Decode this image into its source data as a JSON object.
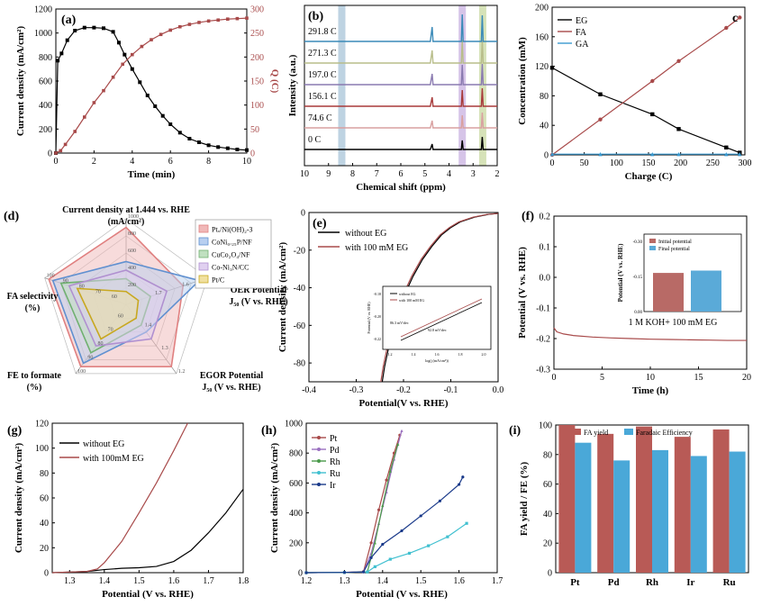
{
  "chart_data": [
    {
      "id": "a",
      "panel_label": "(a)",
      "type": "line",
      "xlabel": "Time (min)",
      "ylabel": "Current density (mA/cm²)",
      "y2label": "Q (C)",
      "xlim": [
        0,
        10
      ],
      "ylim": [
        0,
        1200
      ],
      "y2lim": [
        0,
        300
      ],
      "xticks": [
        "0",
        "2",
        "4",
        "6",
        "8",
        "10"
      ],
      "yticks": [
        "0",
        "200",
        "400",
        "600",
        "800",
        "1000",
        "1200"
      ],
      "y2ticks": [
        "0",
        "50",
        "100",
        "150",
        "200",
        "250",
        "300"
      ],
      "colors": {
        "current": "#000000",
        "charge": "#a84a4a"
      },
      "series": [
        {
          "axis": "left",
          "x": [
            0,
            0.1,
            0.3,
            0.6,
            1.0,
            1.5,
            2.0,
            2.5,
            3.0,
            3.3,
            3.6,
            4.0,
            4.4,
            4.8,
            5.2,
            5.6,
            6.0,
            6.5,
            7.0,
            7.5,
            8.0,
            8.5,
            9.0,
            9.5,
            10.0
          ],
          "values": [
            0,
            770,
            830,
            940,
            1020,
            1045,
            1045,
            1040,
            1010,
            920,
            820,
            700,
            590,
            480,
            390,
            310,
            240,
            170,
            120,
            90,
            65,
            50,
            40,
            30,
            25
          ]
        },
        {
          "axis": "right",
          "x": [
            0,
            0.25,
            0.5,
            1.0,
            1.5,
            2.0,
            2.5,
            3.0,
            3.5,
            4.0,
            4.5,
            5.0,
            5.5,
            6.0,
            6.5,
            7.0,
            7.5,
            8.0,
            8.5,
            9.0,
            9.5,
            10.0
          ],
          "values": [
            0,
            5,
            18,
            45,
            75,
            105,
            130,
            158,
            185,
            205,
            222,
            236,
            247,
            256,
            263,
            268,
            272,
            275,
            277,
            279,
            280,
            281
          ]
        }
      ]
    },
    {
      "id": "b",
      "panel_label": "(b)",
      "type": "line",
      "xlabel": "Chemical shift (ppm)",
      "ylabel": "Intensity (a.u.)",
      "xlim": [
        10,
        2
      ],
      "xticks": [
        "10",
        "9",
        "8",
        "7",
        "6",
        "5",
        "4",
        "3",
        "2"
      ],
      "series": [
        {
          "name": "0 C",
          "color": "#000000"
        },
        {
          "name": "74.6 C",
          "color": "#d9a0a0"
        },
        {
          "name": "156.1 C",
          "color": "#a83a3a"
        },
        {
          "name": "197.0 C",
          "color": "#8a7ab0"
        },
        {
          "name": "271.3 C",
          "color": "#b8bd8a"
        },
        {
          "name": "291.8 C",
          "color": "#3a8ab8"
        }
      ],
      "highlight_bands": [
        {
          "center": 8.45,
          "color": "#a8c4d8"
        },
        {
          "center": 3.45,
          "color": "#c8b0e0"
        },
        {
          "center": 2.6,
          "color": "#c8d8a0"
        }
      ]
    },
    {
      "id": "c",
      "panel_label": "c",
      "type": "line",
      "xlabel": "Charge (C)",
      "ylabel": "Concentration (mM)",
      "xlim": [
        0,
        300
      ],
      "ylim": [
        0,
        200
      ],
      "xticks": [
        "0",
        "50",
        "100",
        "150",
        "200",
        "250",
        "300"
      ],
      "yticks": [
        "0",
        "40",
        "80",
        "120",
        "160",
        "200"
      ],
      "series": [
        {
          "name": "EG",
          "color": "#000000",
          "x": [
            0,
            75,
            156,
            197,
            271,
            292
          ],
          "values": [
            118,
            82,
            55,
            35,
            10,
            3
          ]
        },
        {
          "name": "FA",
          "color": "#a84a4a",
          "x": [
            0,
            75,
            156,
            197,
            271,
            292
          ],
          "values": [
            0,
            48,
            100,
            127,
            172,
            186
          ]
        },
        {
          "name": "GA",
          "color": "#3a9ad0",
          "x": [
            0,
            75,
            156,
            197,
            271,
            292
          ],
          "values": [
            1,
            1,
            1,
            1,
            1,
            1
          ]
        }
      ]
    },
    {
      "id": "d",
      "panel_label": "(d)",
      "type": "radar",
      "axes": [
        {
          "label": [
            "Current density at 1.444 vs. RHE",
            "(mA/cm²)"
          ],
          "ticks": [
            "200",
            "400",
            "600",
            "800",
            "1000"
          ]
        },
        {
          "label": [
            "OER Potential",
            "J₅₀ (V vs. RHE)"
          ],
          "ticks": [
            "1.7",
            "1.6",
            "1.5"
          ]
        },
        {
          "label": [
            "EGOR Potential",
            "J₅₀ (V vs. RHE)"
          ],
          "ticks": [
            "1.4",
            "1.3",
            "1.2"
          ]
        },
        {
          "label": [
            "FE to formate",
            "(%)"
          ],
          "ticks": [
            "60",
            "70",
            "80",
            "90",
            "100"
          ]
        },
        {
          "label": [
            "FA selectivity",
            "(%)"
          ],
          "ticks": [
            "60",
            "70",
            "80",
            "90",
            "100"
          ]
        }
      ],
      "series": [
        {
          "name": "Ptₓ/Ni(OH)₂-3",
          "color": "#e08080",
          "fill": "#f0b8b8",
          "values": [
            0.9,
            0.7,
            0.9,
            0.9,
            0.95
          ]
        },
        {
          "name": "CoNi₀.₂₅P/NF",
          "color": "#6090d0",
          "fill": "#b8cff0",
          "values": [
            0.5,
            0.9,
            0.4,
            0.85,
            0.9
          ]
        },
        {
          "name": "CuCo₂O₄/NF",
          "color": "#70b070",
          "fill": "#c0e0c0",
          "values": [
            0.3,
            0.3,
            0.3,
            0.7,
            0.8
          ]
        },
        {
          "name": "Co-Ni₃N/CC",
          "color": "#b090d0",
          "fill": "#e0d0f0",
          "values": [
            0.4,
            0.5,
            0.5,
            0.6,
            0.7
          ]
        },
        {
          "name": "Pt/C",
          "color": "#c8a820",
          "fill": "#f0e0a0",
          "values": [
            0.15,
            0.15,
            0.2,
            0.5,
            0.6
          ]
        }
      ]
    },
    {
      "id": "e",
      "panel_label": "(e)",
      "type": "line",
      "xlabel": "Potential(V vs. RHE)",
      "ylabel": "Current density (mA/cm²)",
      "xlim": [
        -0.4,
        0.0
      ],
      "ylim": [
        -90,
        0
      ],
      "xticks": [
        "-0.4",
        "-0.3",
        "-0.2",
        "-0.1",
        "0.0"
      ],
      "yticks": [
        "-80",
        "-60",
        "-40",
        "-20",
        "0"
      ],
      "series": [
        {
          "name": "without EG",
          "color": "#000000",
          "x": [
            -0.245,
            -0.24,
            -0.23,
            -0.22,
            -0.2,
            -0.18,
            -0.16,
            -0.14,
            -0.12,
            -0.1,
            -0.08,
            -0.05,
            -0.02,
            0.0
          ],
          "values": [
            -90,
            -82,
            -70,
            -60,
            -45,
            -34,
            -25,
            -18,
            -12,
            -8,
            -5,
            -2.5,
            -1,
            -0.5
          ]
        },
        {
          "name": "with 100 mM EG",
          "color": "#a84a4a",
          "x": [
            -0.248,
            -0.243,
            -0.233,
            -0.223,
            -0.203,
            -0.183,
            -0.163,
            -0.143,
            -0.123,
            -0.103,
            -0.083,
            -0.053,
            -0.023,
            0.0
          ],
          "values": [
            -90,
            -82,
            -70,
            -60,
            -45,
            -34,
            -25,
            -18,
            -12,
            -8,
            -5,
            -2.5,
            -1,
            -0.5
          ]
        }
      ],
      "inset": {
        "xlabel": "log(j (mA/cm²))",
        "ylabel": "Potential (V vs. RHE)",
        "xticks": [
          "1.2",
          "1.4",
          "1.6",
          "1.8",
          "2.0"
        ],
        "yticks": [
          "-0.22",
          "-0.20",
          "-0.18"
        ],
        "legend": [
          "without EG",
          "with 100 mM EG"
        ],
        "annotations": [
          "86.3 mV/dec",
          "92.8 mV/dec"
        ]
      }
    },
    {
      "id": "f",
      "panel_label": "(f)",
      "type": "line",
      "xlabel": "Time (h)",
      "ylabel": "Potential (V vs. RHE)",
      "xlim": [
        0,
        20
      ],
      "ylim": [
        -0.3,
        0.2
      ],
      "xticks": [
        "0",
        "5",
        "10",
        "15",
        "20"
      ],
      "yticks": [
        "0.2",
        "0.1",
        "0.0",
        "-0.1",
        "-0.2",
        "-0.3"
      ],
      "annotation": "1 M KOH+ 100 mM EG",
      "series": [
        {
          "name": "",
          "color": "#a84a4a",
          "x": [
            0,
            0.3,
            1,
            2,
            4,
            6,
            8,
            10,
            12,
            14,
            16,
            18,
            20
          ],
          "values": [
            -0.165,
            -0.178,
            -0.185,
            -0.19,
            -0.195,
            -0.198,
            -0.2,
            -0.202,
            -0.203,
            -0.204,
            -0.205,
            -0.206,
            -0.206
          ]
        }
      ],
      "inset": {
        "type": "bar",
        "ylabel": "Potential (V vs. RHE)",
        "yticks": [
          "-0.30",
          "-0.15",
          "0.00"
        ],
        "ylim": [
          0,
          -0.3
        ],
        "series": [
          {
            "name": "Initial potential",
            "color": "#b86a66",
            "value": -0.165
          },
          {
            "name": "Final potential",
            "color": "#5aaad8",
            "value": -0.175
          }
        ]
      }
    },
    {
      "id": "g",
      "panel_label": "(g)",
      "type": "line",
      "xlabel": "Potential (V vs. RHE)",
      "ylabel": "Current density (mA/cm²)",
      "xlim": [
        1.25,
        1.8
      ],
      "ylim": [
        0,
        120
      ],
      "xticks": [
        "1.3",
        "1.4",
        "1.5",
        "1.6",
        "1.7",
        "1.8"
      ],
      "yticks": [
        "0",
        "20",
        "40",
        "60",
        "80",
        "100",
        "120"
      ],
      "series": [
        {
          "name": "without EG",
          "color": "#000000",
          "x": [
            1.25,
            1.3,
            1.35,
            1.4,
            1.45,
            1.5,
            1.55,
            1.6,
            1.65,
            1.7,
            1.75,
            1.8
          ],
          "values": [
            0,
            0.5,
            1,
            2.5,
            3.5,
            4,
            5,
            9,
            18,
            32,
            48,
            67
          ]
        },
        {
          "name": "with 100mM EG",
          "color": "#a84a4a",
          "x": [
            1.25,
            1.3,
            1.35,
            1.38,
            1.4,
            1.45,
            1.5,
            1.55,
            1.6,
            1.64
          ],
          "values": [
            0,
            0.5,
            1,
            3,
            8,
            25,
            48,
            72,
            98,
            120
          ]
        }
      ]
    },
    {
      "id": "h",
      "panel_label": "(h)",
      "type": "line",
      "xlabel": "Potential (V vs. RHE)",
      "ylabel": "Current density (mA/cm²)",
      "xlim": [
        1.2,
        1.7
      ],
      "ylim": [
        0,
        1000
      ],
      "xticks": [
        "1.2",
        "1.3",
        "1.4",
        "1.5",
        "1.6",
        "1.7"
      ],
      "yticks": [
        "0",
        "200",
        "400",
        "600",
        "800",
        "1000"
      ],
      "series": [
        {
          "name": "Pt",
          "color": "#a84a4a",
          "x": [
            1.2,
            1.3,
            1.35,
            1.37,
            1.39,
            1.41,
            1.43,
            1.445
          ],
          "values": [
            0,
            2,
            8,
            200,
            420,
            620,
            800,
            920
          ]
        },
        {
          "name": "Pd",
          "color": "#9a70c0",
          "x": [
            1.2,
            1.3,
            1.35,
            1.37,
            1.39,
            1.41,
            1.43,
            1.45
          ],
          "values": [
            0,
            2,
            6,
            130,
            330,
            540,
            760,
            950
          ]
        },
        {
          "name": "Rh",
          "color": "#4a9a4a",
          "x": [
            1.2,
            1.3,
            1.36,
            1.38,
            1.4,
            1.42,
            1.44
          ],
          "values": [
            0,
            2,
            5,
            200,
            450,
            680,
            860
          ]
        },
        {
          "name": "Ru",
          "color": "#40c0d0",
          "x": [
            1.2,
            1.3,
            1.36,
            1.38,
            1.42,
            1.47,
            1.52,
            1.57,
            1.62
          ],
          "values": [
            0,
            2,
            5,
            40,
            90,
            130,
            180,
            240,
            330
          ]
        },
        {
          "name": "Ir",
          "color": "#1a3a8a",
          "x": [
            1.2,
            1.3,
            1.35,
            1.37,
            1.4,
            1.45,
            1.5,
            1.55,
            1.6,
            1.61
          ],
          "values": [
            0,
            2,
            5,
            100,
            190,
            280,
            380,
            480,
            590,
            640
          ]
        }
      ]
    },
    {
      "id": "i",
      "panel_label": "(i)",
      "type": "bar",
      "xlabel": "",
      "ylabel": "FA yield / FE (%)",
      "ylim": [
        0,
        100
      ],
      "yticks": [
        "0",
        "20",
        "40",
        "60",
        "80",
        "100"
      ],
      "categories": [
        "Pt",
        "Pd",
        "Rh",
        "Ir",
        "Ru"
      ],
      "series": [
        {
          "name": "FA yield",
          "color": "#b85a56",
          "values": [
            100,
            94,
            99,
            92,
            97
          ]
        },
        {
          "name": "Faradaic Efficiency",
          "color": "#4aa8d8",
          "values": [
            88,
            76,
            83,
            79,
            82
          ]
        }
      ]
    }
  ]
}
